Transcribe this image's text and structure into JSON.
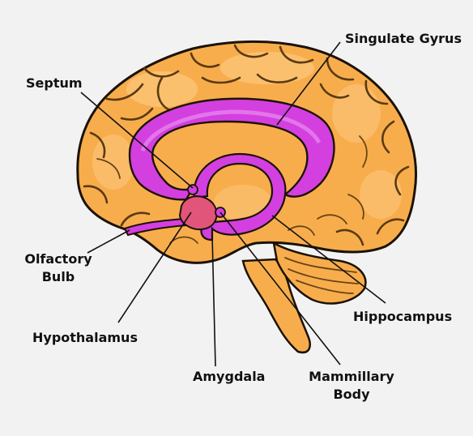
{
  "diagram": {
    "labels": {
      "cingulate": "Singulate Gyrus",
      "septum": "Septum",
      "olfactory_line1": "Olfactory",
      "olfactory_line2": "Bulb",
      "hypothalamus": "Hypothalamus",
      "amygdala": "Amygdala",
      "mammillary_line1": "Mammillary",
      "mammillary_line2": "Body",
      "hippocampus": "Hippocampus"
    },
    "colors": {
      "background": "#f2f2f2",
      "cortex": "#f8ad4c",
      "cortex_light": "#fcc77d",
      "outline": "#1b1208",
      "limbic": "#d43fe0",
      "limbic_light": "#e888ee",
      "core": "#e2557a"
    }
  }
}
